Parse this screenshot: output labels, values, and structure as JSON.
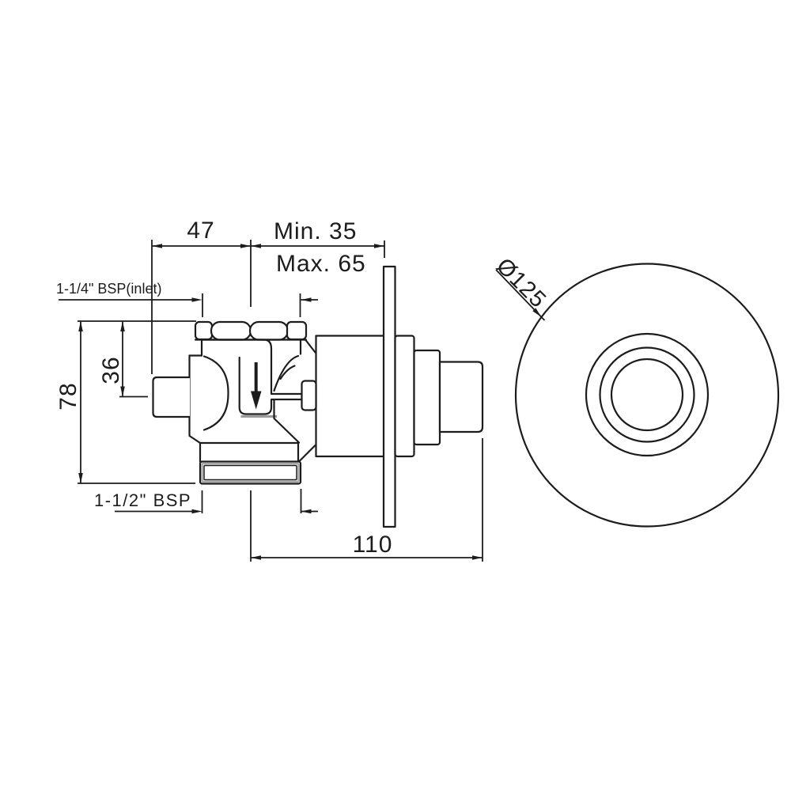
{
  "drawing": {
    "type": "technical-dimension-drawing",
    "line_color": "#1c1c1c",
    "views": {
      "side_view": "valve cross-section",
      "front_view": "wall flange with push knob"
    },
    "top_dimensions": {
      "width_47": "47",
      "min_depth": "Min. 35",
      "max_depth": "Max. 65",
      "inlet_label": "1-1/4\" BSP(inlet)"
    },
    "left_dimensions": {
      "height_78": "78",
      "height_36": "36"
    },
    "bottom_dimensions": {
      "outlet_label": "1-1/2\" BSP",
      "length_110": "110"
    },
    "front_view": {
      "diameter_label": "Ø125"
    }
  }
}
